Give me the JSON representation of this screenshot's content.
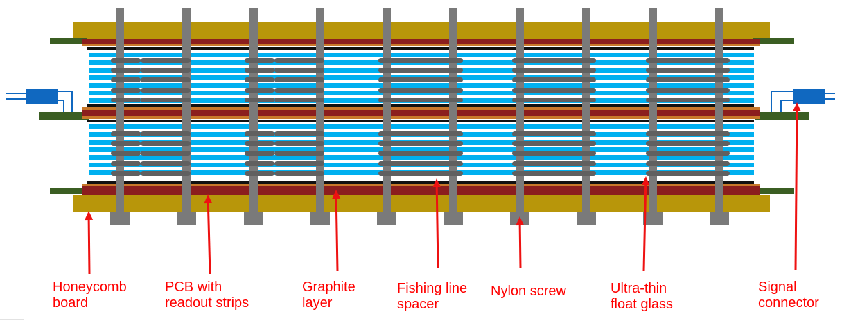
{
  "labels": [
    {
      "id": "honeycomb",
      "lines": [
        "Honeycomb",
        "board"
      ]
    },
    {
      "id": "pcb",
      "lines": [
        "PCB with",
        "readout strips"
      ]
    },
    {
      "id": "graphite",
      "lines": [
        "Graphite",
        "layer"
      ]
    },
    {
      "id": "fishing",
      "lines": [
        "Fishing line",
        "spacer"
      ]
    },
    {
      "id": "nylon",
      "lines": [
        "Nylon screw"
      ]
    },
    {
      "id": "glass",
      "lines": [
        "Ultra-thin",
        "float glass"
      ]
    },
    {
      "id": "signal",
      "lines": [
        "Signal",
        "connector"
      ]
    }
  ],
  "colors": {
    "label_text": "#ff0000",
    "arrow": "#ee1111",
    "honeycomb_board": "#b8960a",
    "pcb": "#8b1e1e",
    "glass": "#00b0f0",
    "glass_gap": "#ffffff",
    "screw": "#7a7a7a",
    "spacer": "#606060",
    "signal_connector": "#1068c0",
    "connector_tab": "#3b5e23",
    "graphite": "#111111",
    "copper": "#c8782a"
  }
}
